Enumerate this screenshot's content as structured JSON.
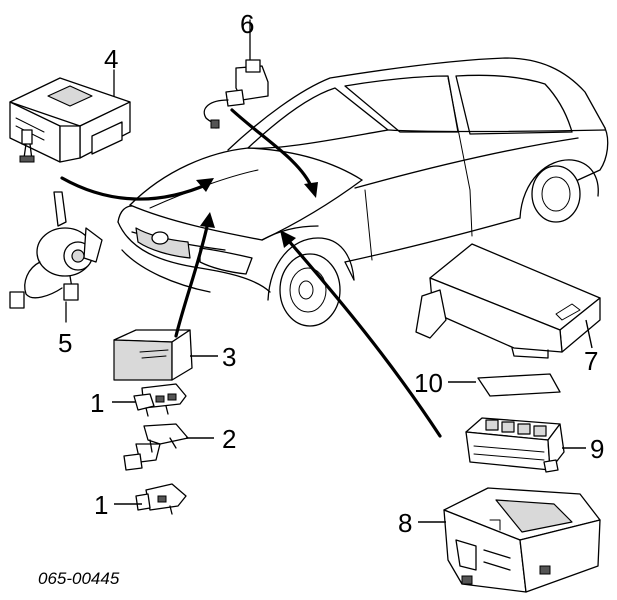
{
  "diagram": {
    "code": "065-00445",
    "callouts": {
      "c1": "1",
      "c1b": "1",
      "c2": "2",
      "c3": "3",
      "c4": "4",
      "c5": "5",
      "c6": "6",
      "c7": "7",
      "c8": "8",
      "c9": "9",
      "c10": "10"
    }
  }
}
